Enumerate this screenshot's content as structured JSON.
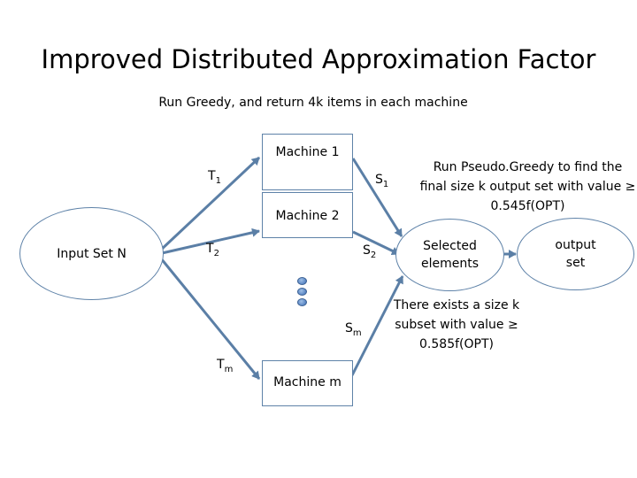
{
  "title": "Improved Distributed Approximation Factor",
  "subtitle": "Run Greedy, and return 4k items in each machine",
  "nodes": {
    "input_set": "Input Set N",
    "machine_1": "Machine 1",
    "machine_2": "Machine 2",
    "machine_m": "Machine m",
    "selected": "Selected elements",
    "output": "output set"
  },
  "edge_labels": {
    "t1": "T",
    "t1_sub": "1",
    "t2": "T",
    "t2_sub": "2",
    "tm": "T",
    "tm_sub": "m",
    "s1": "S",
    "s1_sub": "1",
    "s2": "S",
    "s2_sub": "2",
    "sm": "S",
    "sm_sub": "m"
  },
  "notes": {
    "pseudo_greedy": "Run Pseudo.Greedy to find the final size k output set with value ≥ 0.545f(OPT)",
    "exists_subset": "There exists a size k subset with value ≥ 0.585f(OPT)"
  },
  "colors": {
    "arrow": "#5b7fa6",
    "border": "#5e82a8",
    "dot": "#5a86c4"
  }
}
